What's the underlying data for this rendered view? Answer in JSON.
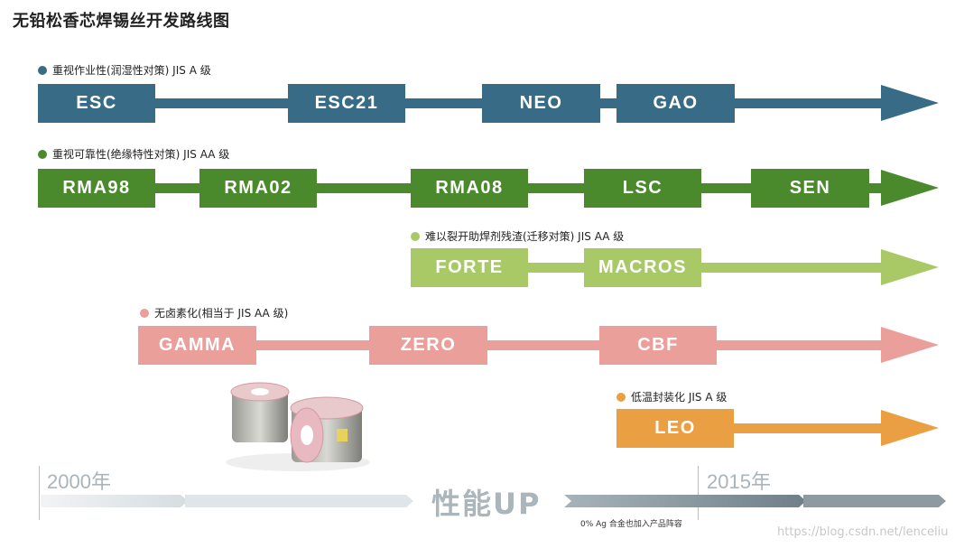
{
  "title": "无铅松香芯焊锡丝开发路线图",
  "rows": [
    {
      "label": "重视作业性(润湿性对策) JIS A 级",
      "color": "#386b85",
      "items": [
        "ESC",
        "ESC21",
        "NEO",
        "GAO"
      ]
    },
    {
      "label": "重视可靠性(绝缘特性对策) JIS AA 级",
      "color": "#4a8a2c",
      "items": [
        "RMA98",
        "RMA02",
        "RMA08",
        "LSC",
        "SEN"
      ]
    },
    {
      "label": "难以裂开助焊剂残渣(迁移对策) JIS AA 级",
      "color": "#a8c966",
      "items": [
        "FORTE",
        "MACROS"
      ]
    },
    {
      "label": "无卤素化(相当于 JIS AA 级)",
      "color": "#eb9f9a",
      "items": [
        "GAMMA",
        "ZERO",
        "CBF"
      ]
    },
    {
      "label": "低温封装化 JIS A 级",
      "color": "#eaa042",
      "items": [
        "LEO"
      ]
    }
  ],
  "timeline": {
    "start_year": "2000年",
    "end_year": "2015年",
    "center_text": "性能UP",
    "note": "0% Ag 合金也加入产品阵容"
  },
  "watermark": "https://blog.csdn.net/lenceliu"
}
